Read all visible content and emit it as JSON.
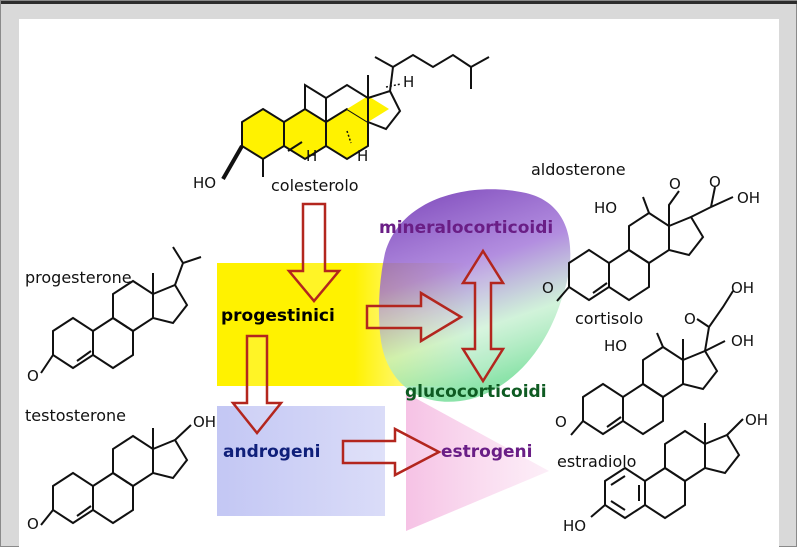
{
  "molecules": {
    "cholesterol": "colesterolo",
    "progesterone": "progesterone",
    "testosterone": "testosterone",
    "aldosterone": "aldosterone",
    "cortisol": "cortisolo",
    "estradiol": "estradiolo"
  },
  "categories": {
    "progestins": "progestinici",
    "mineralocorticoids": "mineralocorticoidi",
    "glucocorticoids": "glucocorticoidi",
    "androgens": "androgeni",
    "estrogens": "estrogeni"
  },
  "atoms": {
    "ho": "HO",
    "oh": "OH",
    "o": "O",
    "h": "H"
  },
  "colors": {
    "progestins": "#000000",
    "mineralocorticoids": "#6a1e86",
    "glucocorticoids": "#0e5b22",
    "androgens": "#0f1f7a",
    "estrogens": "#6a1e86",
    "arrow_stroke": "#b3261e",
    "yellow_box": "#fff200",
    "blue_box": "#c9cdf5",
    "pink_region": "#f6c6e6",
    "highlight": "#fff200"
  }
}
